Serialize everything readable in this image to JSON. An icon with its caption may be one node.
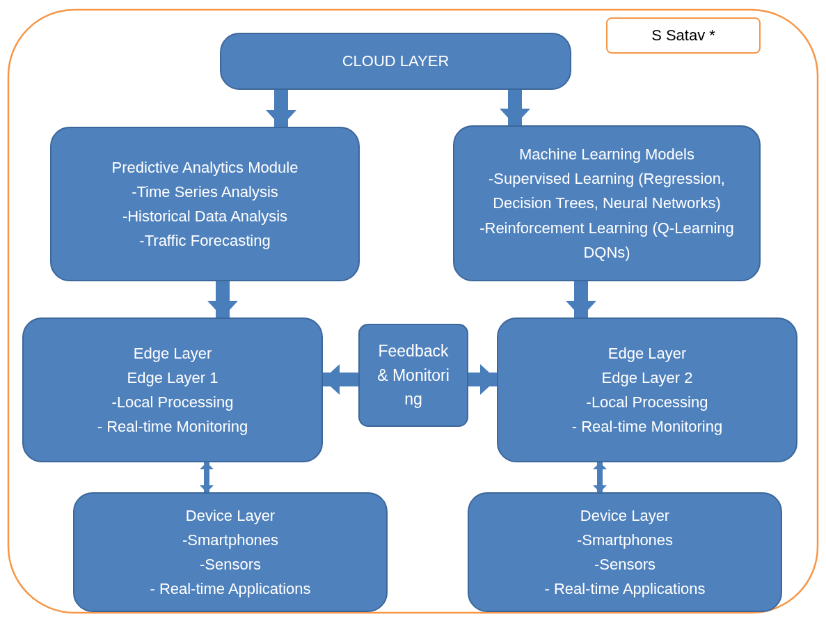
{
  "diagram": {
    "nodes": [
      {
        "text": [
          "CLOUD LAYER"
        ]
      },
      {
        "text": [
          "Predictive Analytics Module",
          "-Time Series Analysis",
          "-Historical Data Analysis",
          "-Traffic Forecasting"
        ]
      },
      {
        "text": [
          "Machine Learning Models",
          "-Supervised Learning (Regression, Decision Trees, Neural Networks)",
          "-Reinforcement Learning (Q-Learning DQNs)"
        ]
      },
      {
        "text": [
          "Edge Layer",
          "Edge Layer 1",
          "-Local Processing",
          "- Real-time Monitoring"
        ]
      },
      {
        "text": [
          "Feedback & Monitoring"
        ]
      },
      {
        "text": [
          "Edge Layer",
          "Edge Layer 2",
          "-Local Processing",
          "- Real-time Monitoring"
        ]
      },
      {
        "text": [
          "Device Layer",
          "-Smartphones",
          "-Sensors",
          "- Real-time Applications"
        ]
      },
      {
        "text": [
          "Device Layer",
          "-Smartphones",
          "-Sensors",
          "- Real-time Applications"
        ]
      },
      {
        "text": [
          "S Satav *"
        ]
      }
    ],
    "edges": [
      {
        "from": 0,
        "to": 1,
        "arrow": "to"
      },
      {
        "from": 0,
        "to": 2,
        "arrow": "to"
      },
      {
        "from": 1,
        "to": 3,
        "arrow": "to"
      },
      {
        "from": 2,
        "to": 5,
        "arrow": "to"
      },
      {
        "from": 4,
        "to": 3,
        "arrow": "to"
      },
      {
        "from": 4,
        "to": 5,
        "arrow": "to"
      },
      {
        "from": 3,
        "to": 6,
        "arrow": "both"
      },
      {
        "from": 5,
        "to": 7,
        "arrow": "both"
      }
    ]
  }
}
